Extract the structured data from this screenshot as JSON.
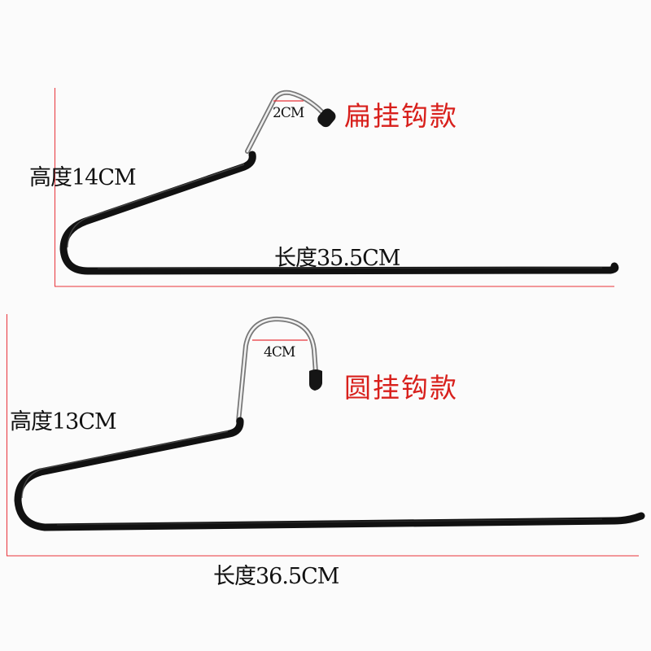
{
  "image": {
    "description": "Product photo of two black-coated metal trouser hangers with chrome hooks and dimension annotations",
    "background": "#fbfbfb",
    "annotation_color": "#e8333a"
  },
  "hangers": [
    {
      "style_label": "扁挂钩款",
      "hook_width": "2CM",
      "height": "高度14CM",
      "length": "长度35.5CM"
    },
    {
      "style_label": "圆挂钩款",
      "hook_width": "4CM",
      "height": "高度13CM",
      "length": "长度36.5CM"
    }
  ]
}
